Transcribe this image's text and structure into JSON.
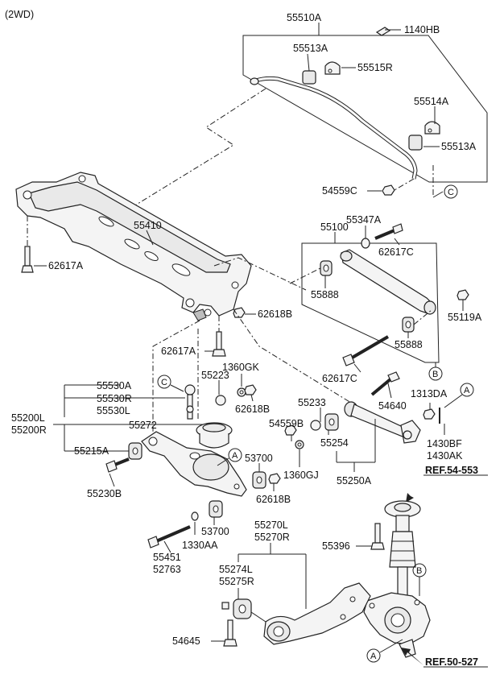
{
  "header": {
    "variant": "(2WD)"
  },
  "labels": {
    "l55510A": "55510A",
    "l1140HB": "1140HB",
    "l55513A_top": "55513A",
    "l55515R": "55515R",
    "l55514A": "55514A",
    "l55513A_right": "55513A",
    "l54559C": "54559C",
    "l55410": "55410",
    "l62617A_left": "62617A",
    "l55100": "55100",
    "l55347A": "55347A",
    "l62617C_top": "62617C",
    "l55888_top": "55888",
    "l55119A": "55119A",
    "l62618B_mid": "62618B",
    "l55888_bottom": "55888",
    "l62617A_mid": "62617A",
    "l62617C_bottom": "62617C",
    "l1360GK": "1360GK",
    "l55530A": "55530A",
    "l55223": "55223",
    "l55530R": "55530R",
    "l62618B_left": "62618B",
    "l55530L": "55530L",
    "l54640": "54640",
    "l1313DA": "1313DA",
    "l55233": "55233",
    "l55200L": "55200L",
    "l55200R": "55200R",
    "l55272": "55272",
    "l54559B": "54559B",
    "l55254": "55254",
    "l1430BF": "1430BF",
    "l1430AK": "1430AK",
    "l55215A": "55215A",
    "l53700_top": "53700",
    "l1360GJ": "1360GJ",
    "l55250A": "55250A",
    "l55230B": "55230B",
    "l62618B_bottom": "62618B",
    "ref54": "REF.54-553",
    "l53700_bottom": "53700",
    "l1330AA": "1330AA",
    "l55270L": "55270L",
    "l55270R": "55270R",
    "l55396": "55396",
    "l55451": "55451",
    "l52763": "52763",
    "l55274L": "55274L",
    "l55275R": "55275R",
    "l54645": "54645",
    "ref50": "REF.50-527"
  },
  "callouts": {
    "c_top": "C",
    "c_left": "C",
    "a_right": "A",
    "b_mid": "B",
    "a_mid": "A",
    "b_bottom": "B",
    "a_bottom": "A"
  }
}
